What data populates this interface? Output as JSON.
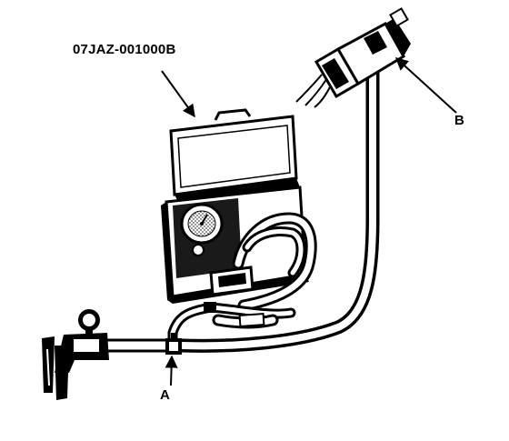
{
  "labels": {
    "part_number": "07JAZ-001000B",
    "callout_a": "A",
    "callout_b": "B"
  },
  "colors": {
    "ink": "#000000",
    "paper": "#ffffff",
    "case_shade": "#1a1a1a"
  },
  "icons": [
    "vacuum-pump-icon",
    "pressure-gauge-icon",
    "case-latch-icon",
    "connector-icon"
  ]
}
